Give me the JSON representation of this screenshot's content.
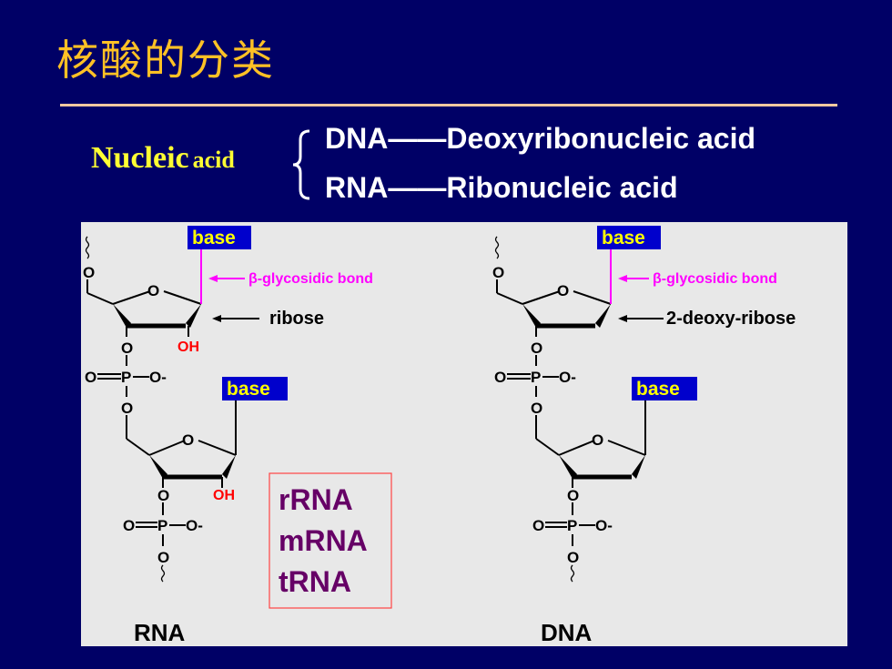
{
  "title": "核酸的分类",
  "nucleic_acid_label": {
    "main": "Nucleic",
    "sub": "acid"
  },
  "definitions": [
    {
      "abbr": "DNA",
      "dash": "——",
      "full": "Deoxyribonucleic acid"
    },
    {
      "abbr": "RNA",
      "dash": "——",
      "full": "Ribonucleic acid"
    }
  ],
  "diagram": {
    "base_label": "base",
    "glycosidic_label": "β-glycosidic bond",
    "ribose_label": "ribose",
    "deoxyribose_label": "2-deoxy-ribose",
    "oh_label": "OH",
    "atoms": {
      "O": "O",
      "P": "P",
      "O_minus": "O-",
      "O_double": "O="
    },
    "rna_caption": "RNA",
    "dna_caption": "DNA",
    "rna_types": [
      "rRNA",
      "mRNA",
      "tRNA"
    ]
  },
  "colors": {
    "background": "#000066",
    "title": "#FFC125",
    "label_yellow": "#FFFF33",
    "base_box": "#0000CC",
    "base_text": "#FFFF00",
    "glycosidic": "#FF00FF",
    "oh": "#FF0000",
    "rna_types_text": "#660066",
    "rna_types_border": "#FF4444"
  }
}
